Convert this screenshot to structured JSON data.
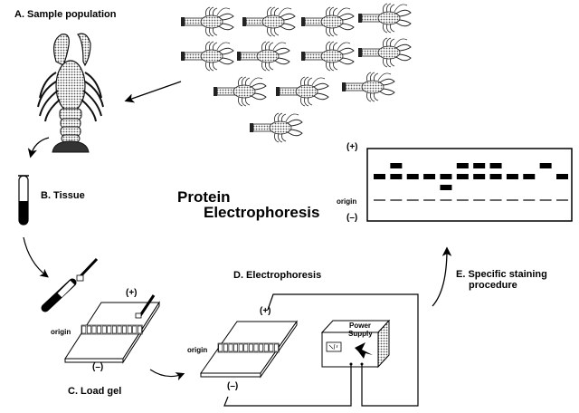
{
  "diagram": {
    "title_line1": "Protein",
    "title_line2": "Electrophoresis",
    "steps": {
      "a": "A.  Sample population",
      "b": "B.  Tissue",
      "c": "C.  Load gel",
      "d": "D.  Electrophoresis",
      "e_line1": "E.  Specific staining",
      "e_line2": "procedure"
    },
    "labels": {
      "plus": "(+)",
      "minus": "(–)",
      "origin": "origin",
      "power_line1": "Power",
      "power_line2": "Supply"
    },
    "population_count": 12,
    "stained_gel": {
      "lanes": 12,
      "band_rows": [
        "top",
        "middle",
        "bottom"
      ],
      "lane_bands": [
        [
          "middle"
        ],
        [
          "top",
          "middle"
        ],
        [
          "middle"
        ],
        [
          "middle"
        ],
        [
          "middle",
          "bottom"
        ],
        [
          "top",
          "middle"
        ],
        [
          "top",
          "middle"
        ],
        [
          "top",
          "middle"
        ],
        [
          "middle"
        ],
        [
          "middle"
        ],
        [
          "top"
        ],
        [
          "middle"
        ]
      ]
    },
    "colors": {
      "ink": "#000000",
      "background": "#ffffff",
      "shade": "#888888"
    }
  }
}
